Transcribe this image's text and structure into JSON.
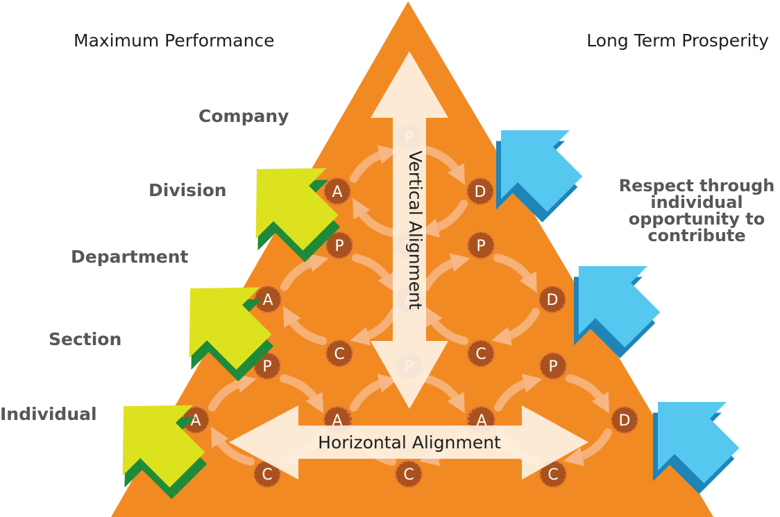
{
  "titles": {
    "left": "Maximum Performance",
    "right": "Long Term Prosperity"
  },
  "levels": [
    "Company",
    "Division",
    "Department",
    "Section",
    "Individual"
  ],
  "respect_text": [
    "Respect through",
    "individual",
    "opportunity to",
    "contribute"
  ],
  "alignment": {
    "vertical": "Vertical Alignment",
    "horizontal": "Horizontal Alignment"
  },
  "cycle_letters": [
    "P",
    "D",
    "C",
    "A"
  ],
  "colors": {
    "pyramid": "#f28a24",
    "node_fill": "#a9521f",
    "node_ring": "#e0753a",
    "cycle_arrow": "#f6b785",
    "align_arrow": "#fdf2e4",
    "push_arrow": "#dde21f",
    "push_arrow_shadow": "#1f8a3a",
    "pull_arrow": "#56c8f0",
    "pull_arrow_shadow": "#1f85b8"
  },
  "icons": {
    "push_arrow": "yellow-green-arrow-icon",
    "pull_arrow": "blue-arrow-icon"
  }
}
